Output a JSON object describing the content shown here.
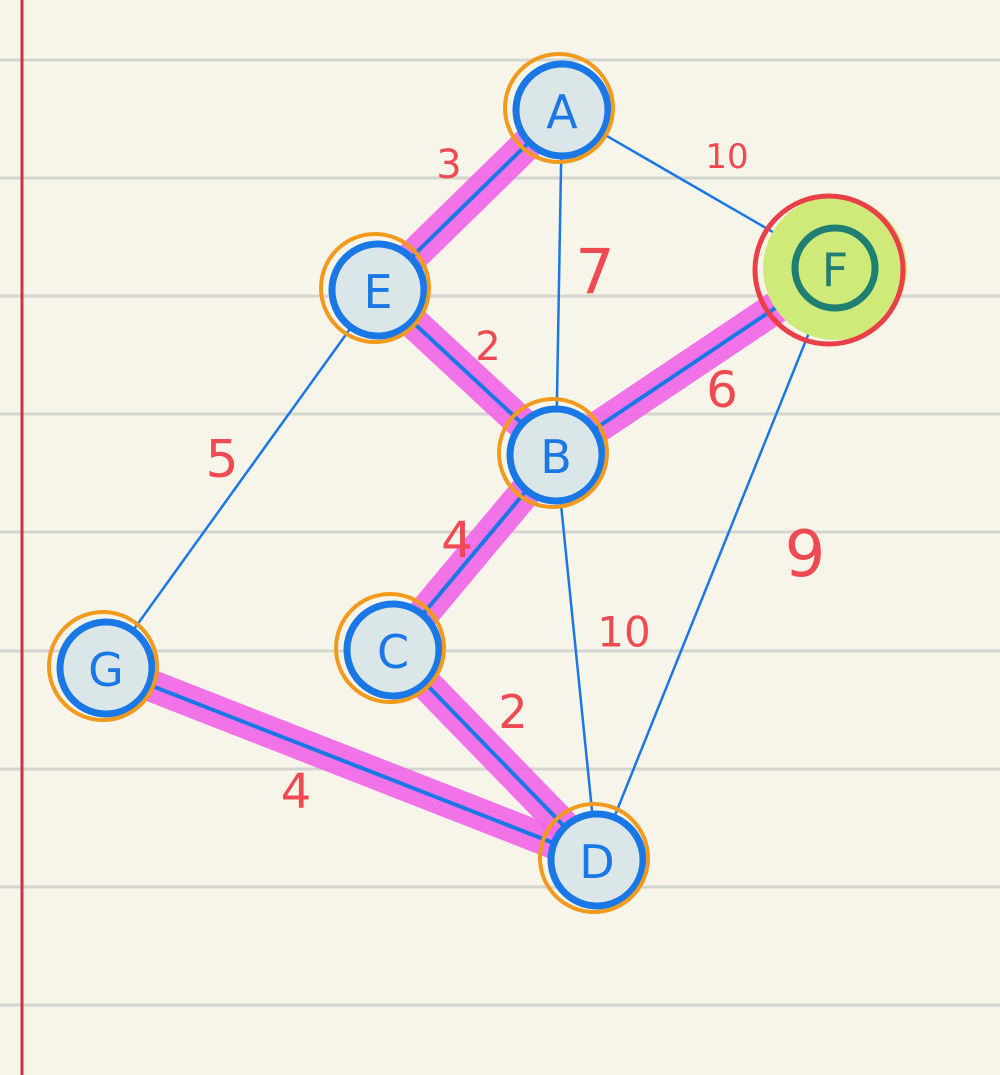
{
  "graph": {
    "nodes": [
      {
        "id": "A",
        "label": "A",
        "status": "processed"
      },
      {
        "id": "E",
        "label": "E",
        "status": "processed"
      },
      {
        "id": "F",
        "label": "F",
        "status": "current"
      },
      {
        "id": "B",
        "label": "B",
        "status": "processed"
      },
      {
        "id": "C",
        "label": "C",
        "status": "processed"
      },
      {
        "id": "G",
        "label": "G",
        "status": "processed"
      },
      {
        "id": "D",
        "label": "D",
        "status": "processed"
      }
    ],
    "edges": [
      {
        "from": "A",
        "to": "E",
        "weight": "3",
        "highlighted": true
      },
      {
        "from": "A",
        "to": "F",
        "weight": "10",
        "highlighted": false
      },
      {
        "from": "A",
        "to": "B",
        "weight": "7",
        "highlighted": false
      },
      {
        "from": "E",
        "to": "B",
        "weight": "2",
        "highlighted": true
      },
      {
        "from": "E",
        "to": "G",
        "weight": "5",
        "highlighted": false
      },
      {
        "from": "B",
        "to": "F",
        "weight": "6",
        "highlighted": true
      },
      {
        "from": "B",
        "to": "C",
        "weight": "4",
        "highlighted": true
      },
      {
        "from": "B",
        "to": "D",
        "weight": "10",
        "highlighted": false
      },
      {
        "from": "F",
        "to": "D",
        "weight": "9",
        "highlighted": false
      },
      {
        "from": "C",
        "to": "D",
        "weight": "2",
        "highlighted": true
      },
      {
        "from": "G",
        "to": "D",
        "weight": "4",
        "highlighted": true
      }
    ]
  },
  "colors": {
    "paper": "#f7f5ea",
    "ruled_line": "#d5d5d0",
    "margin_line": "#d0303f",
    "edge": "#1a78e6",
    "highlight": "#f266e8",
    "node_fill": "#dbe6e8",
    "node_stroke": "#1a78e6",
    "node_ring": "#f29a1e",
    "current_fill": "#cfea78",
    "current_ring": "#ea3f48",
    "current_label": "#1f7f72",
    "weight_text": "#ef4a52"
  }
}
